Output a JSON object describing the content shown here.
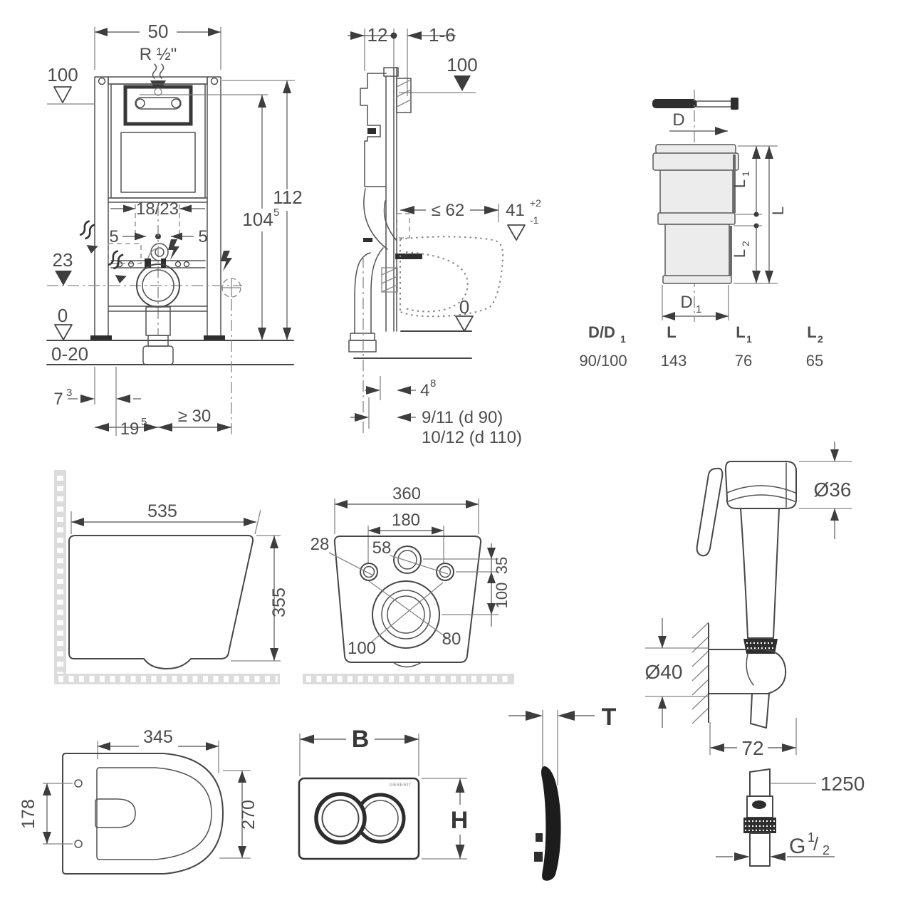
{
  "colors": {
    "line": "#474747",
    "dim": "#6d6d6d",
    "text": "#4d4d4d",
    "pipe_fill": "#ececec",
    "tile": "#dcdcdc",
    "dark": "#2e2e2e"
  },
  "frame_front": {
    "width": "50",
    "thread": "R ½\"",
    "level_100": "100",
    "height_112": "112",
    "height_104": "104",
    "height_104_sup": "5",
    "span_18_23": "18/23",
    "offset_5_left": "5",
    "offset_5_right": "5",
    "level_23": "23",
    "level_0": "0",
    "floor_range": "0-20",
    "depth_7": "7",
    "depth_7_sup": "3",
    "foot_19": "19",
    "foot_19_sup": "5",
    "min_30": "≥ 30"
  },
  "frame_side": {
    "depth_12": "12",
    "wall_1_6": "1-6",
    "level_100": "100",
    "max_62": "≤ 62",
    "seat_41": "41",
    "seat_41_sup": "+2",
    "seat_41_sub": "-1",
    "level_0": "0",
    "offset_4": "4",
    "offset_4_sup": "8",
    "note_d90": "9/11  (d 90)",
    "note_d110": "10/12 (d 110)"
  },
  "outlet_pipe": {
    "dim_d": "D",
    "dim_d1": "D",
    "dim_d1_sub": "1",
    "dim_l": "L",
    "dim_l1": "L",
    "dim_l1_sub": "1",
    "dim_l2": "L",
    "dim_l2_sub": "2",
    "table": {
      "h_dd1": "D/D",
      "h_dd1_sub": "1",
      "h_l": "L",
      "h_l1": "L",
      "h_l1_sub": "1",
      "h_l2": "L",
      "h_l2_sub": "2",
      "v_dd1": "90/100",
      "v_l": "143",
      "v_l1": "76",
      "v_l2": "65"
    }
  },
  "pan_side": {
    "length": "535",
    "height": "355"
  },
  "pan_back": {
    "width": "360",
    "bolt_span": "180",
    "hole": "28",
    "inlet": "58",
    "gap_35": "35",
    "gap_100": "100",
    "outlet_dia": "100",
    "inner_dia": "80"
  },
  "shower": {
    "head_dia": "Ø36",
    "holder_dia": "Ø40",
    "depth_72": "72"
  },
  "pan_top": {
    "width": "345",
    "bolt_span": "178",
    "depth": "270"
  },
  "flush_plate": {
    "dim_b": "B",
    "dim_h": "H",
    "logo": "GEBERIT"
  },
  "plate_profile": {
    "dim_t": "T"
  },
  "hose": {
    "length": "1250",
    "thread_g": "G",
    "thread_sup": "1",
    "thread_slash": "/",
    "thread_sub": "2"
  }
}
